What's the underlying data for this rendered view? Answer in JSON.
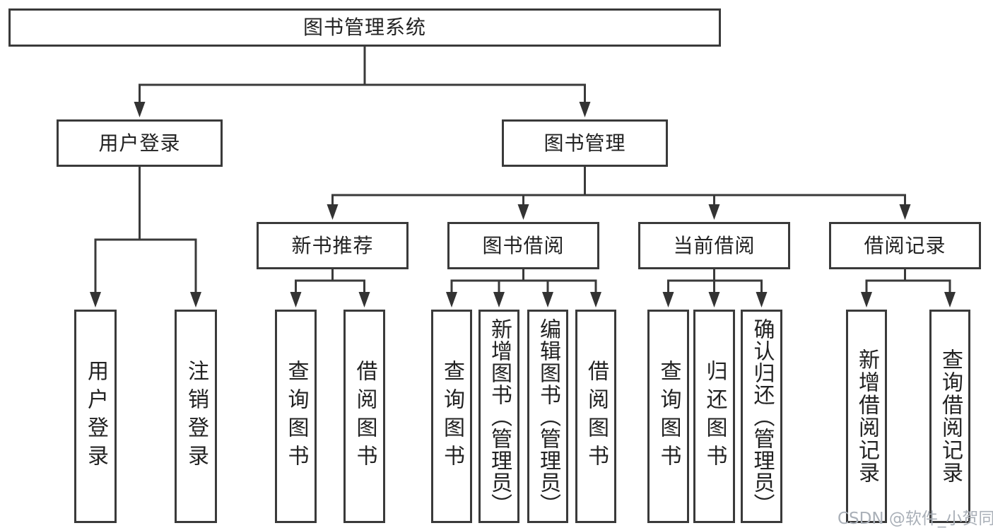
{
  "diagram": {
    "root": {
      "label": "图书管理系统"
    },
    "branches": [
      {
        "label": "用户登录",
        "children": [
          {
            "label": "用户登录"
          },
          {
            "label": "注销登录"
          }
        ]
      },
      {
        "label": "图书管理",
        "sections": [
          {
            "label": "新书推荐",
            "children": [
              {
                "label": "查询图书"
              },
              {
                "label": "借阅图书"
              }
            ]
          },
          {
            "label": "图书借阅",
            "children": [
              {
                "label": "查询图书"
              },
              {
                "label": "新增图书（管理员）"
              },
              {
                "label": "编辑图书（管理员）"
              },
              {
                "label": "借阅图书"
              }
            ]
          },
          {
            "label": "当前借阅",
            "children": [
              {
                "label": "查询图书"
              },
              {
                "label": "归还图书"
              },
              {
                "label": "确认归还（管理员）"
              }
            ]
          },
          {
            "label": "借阅记录",
            "children": [
              {
                "label": "新增借阅记录"
              },
              {
                "label": "查询借阅记录"
              }
            ]
          }
        ]
      }
    ],
    "watermark": "CSDN @软件_小贺同学"
  }
}
